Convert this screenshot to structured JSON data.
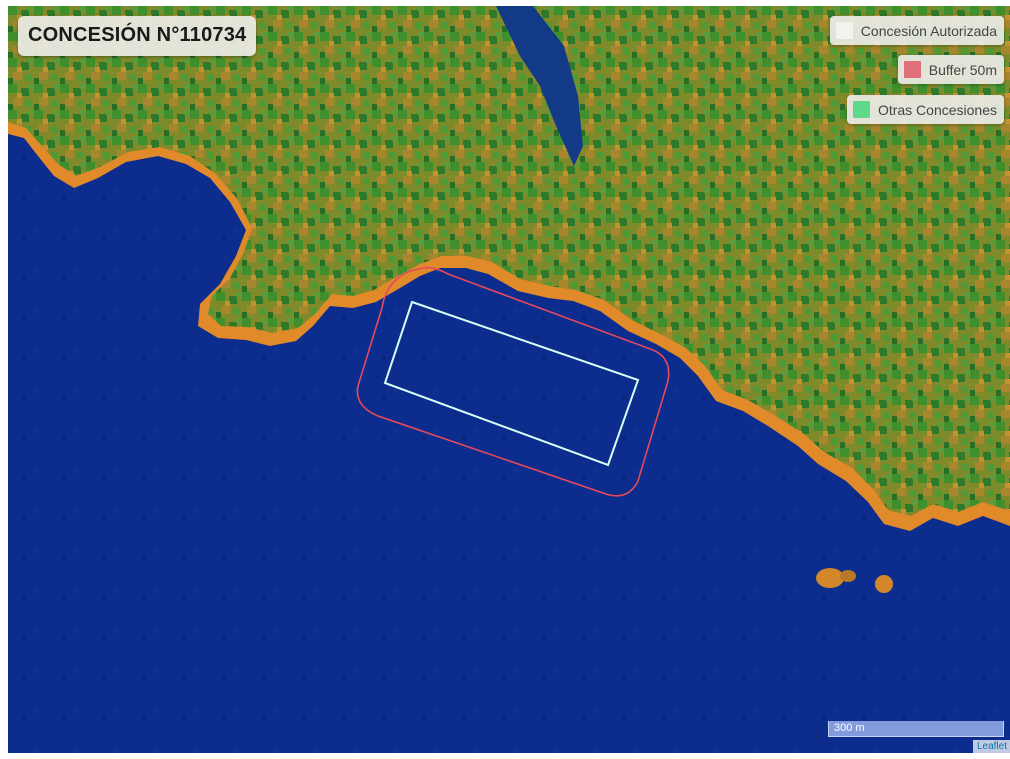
{
  "map": {
    "title": "CONCESIÓN N°110734",
    "legend": [
      {
        "label": "Concesión Autorizada",
        "color": "#f2f2ee"
      },
      {
        "label": "Buffer 50m",
        "color": "#e0707a"
      },
      {
        "label": "Otras Concesiones",
        "color": "#5fd88c"
      }
    ],
    "scale_label": "300 m",
    "attribution": "Leaflet"
  },
  "overlay_colors": {
    "concession": "#d6fff6",
    "buffer": "#e44a5c",
    "water": "#0c2c8e"
  }
}
